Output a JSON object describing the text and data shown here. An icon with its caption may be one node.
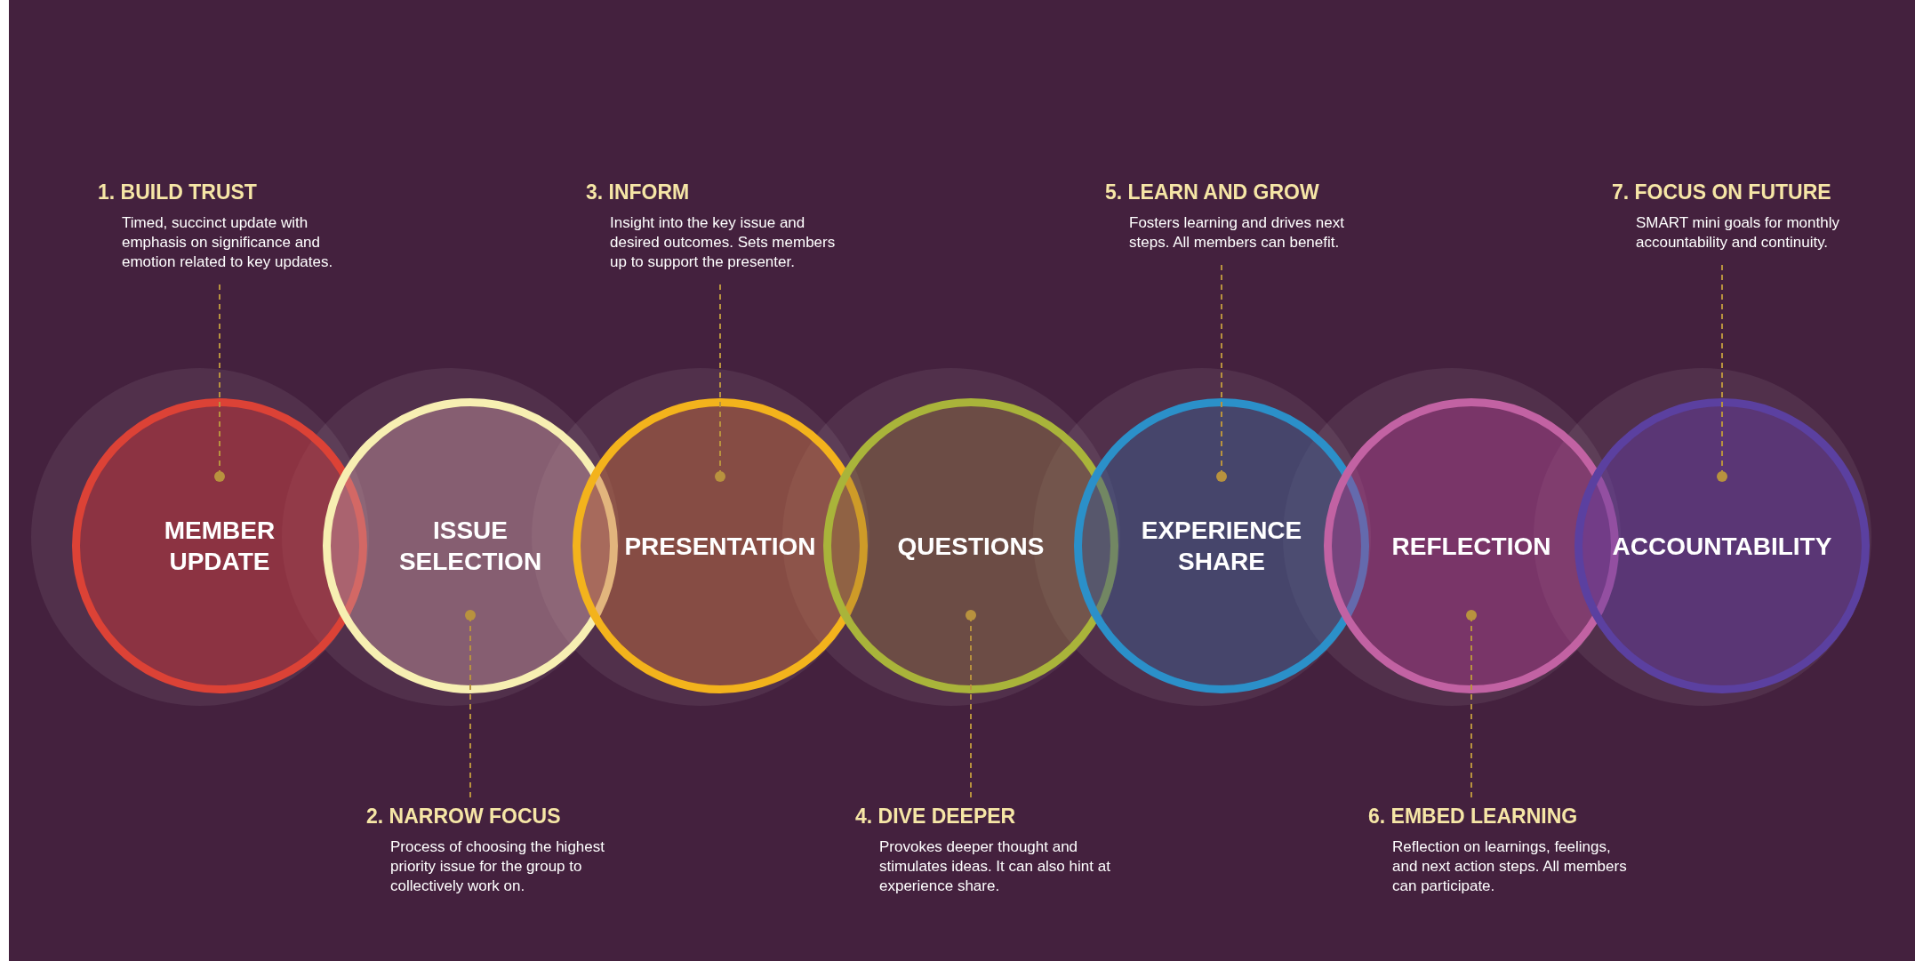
{
  "diagram": {
    "nodes": [
      {
        "text": [
          "MEMBER UPDATE"
        ]
      },
      {
        "text": [
          "ISSUE SELECTION"
        ]
      },
      {
        "text": [
          "PRESENTATION"
        ]
      },
      {
        "text": [
          "QUESTIONS"
        ]
      },
      {
        "text": [
          "EXPERIENCE SHARE"
        ]
      },
      {
        "text": [
          "REFLECTION"
        ]
      },
      {
        "text": [
          "ACCOUNTABILITY"
        ]
      },
      {
        "text": [
          "1. BUILD TRUST",
          "Timed, succinct update with emphasis on significance and emotion related to key updates."
        ]
      },
      {
        "text": [
          "2. NARROW FOCUS",
          "Process of choosing the highest priority issue for the group to collectively work on."
        ]
      },
      {
        "text": [
          "3. INFORM",
          "Insight into the key issue and desired outcomes. Sets members up to support the presenter."
        ]
      },
      {
        "text": [
          "4. DIVE DEEPER",
          "Provokes deeper thought and stimulates ideas. It can also hint at experience share."
        ]
      },
      {
        "text": [
          "5. LEARN AND GROW",
          "Fosters learning and drives next steps. All members can benefit."
        ]
      },
      {
        "text": [
          "6. EMBED LEARNING",
          "Reflection on learnings, feelings, and next action steps. All members can participate."
        ]
      },
      {
        "text": [
          "7. FOCUS ON FUTURE",
          "SMART mini goals for monthly accountability and continuity."
        ]
      }
    ],
    "edges": [
      {
        "from": 7,
        "to": 0,
        "arrow": "other"
      },
      {
        "from": 8,
        "to": 1,
        "arrow": "other"
      },
      {
        "from": 9,
        "to": 2,
        "arrow": "other"
      },
      {
        "from": 10,
        "to": 3,
        "arrow": "other"
      },
      {
        "from": 11,
        "to": 4,
        "arrow": "other"
      },
      {
        "from": 12,
        "to": 5,
        "arrow": "other"
      },
      {
        "from": 13,
        "to": 6,
        "arrow": "other"
      }
    ]
  }
}
